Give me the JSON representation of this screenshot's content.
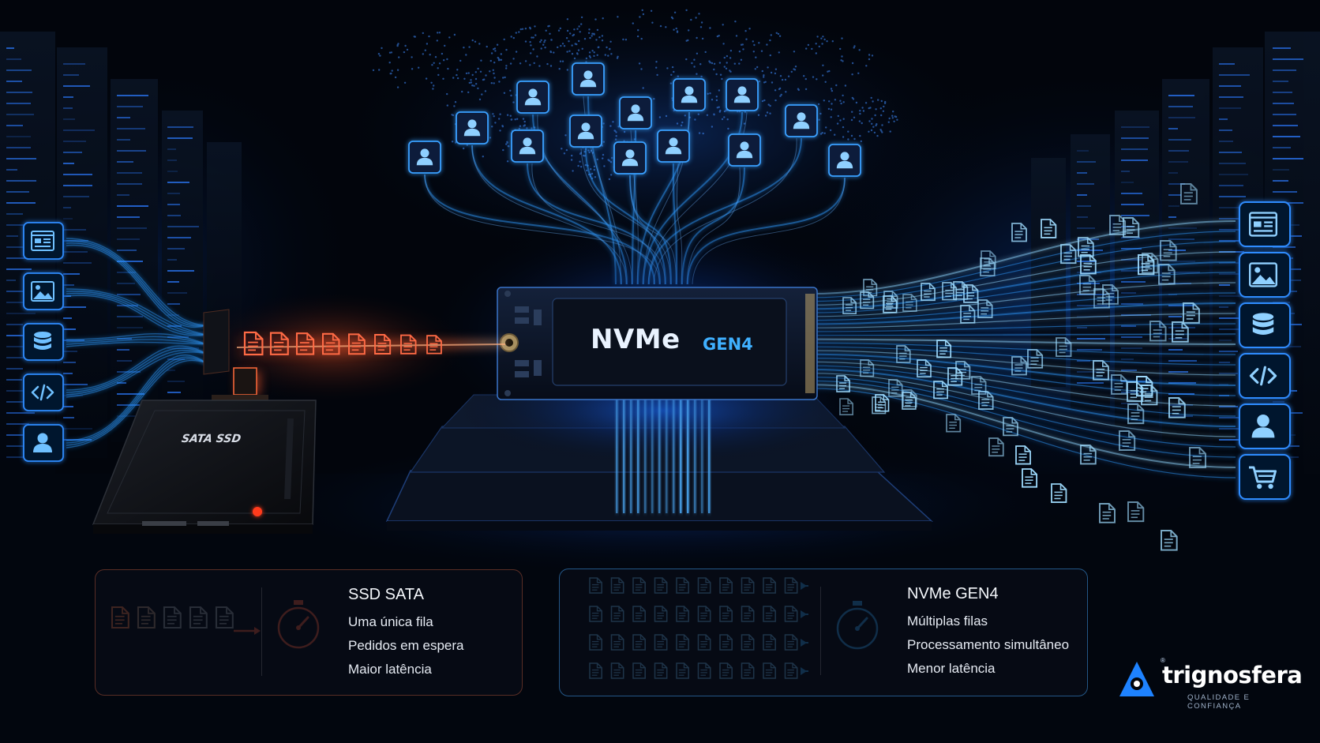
{
  "nvme_card": {
    "brand": "NVMe",
    "generation": "GEN4"
  },
  "sata_drive": {
    "label": "SATA SSD"
  },
  "left_icons": [
    "web-page-icon",
    "image-icon",
    "database-icon",
    "code-icon",
    "user-icon"
  ],
  "right_icons": [
    "web-page-icon",
    "image-icon",
    "database-icon",
    "code-icon",
    "user-icon",
    "cart-icon"
  ],
  "panels": {
    "sata": {
      "title": "SSD SATA",
      "lines": [
        "Uma única fila",
        "Pedidos em espera",
        "Maior latência"
      ]
    },
    "nvme": {
      "title": "NVMe GEN4",
      "lines": [
        "Múltiplas filas",
        "Processamento simultâneo",
        "Menor latência"
      ]
    }
  },
  "logo": {
    "name": "trignosfera",
    "tagline": "QUALIDADE E CONFIANÇA",
    "registered": "®"
  },
  "colors": {
    "accent_blue": "#2f9bff",
    "accent_orange": "#ff4a2a",
    "background": "#02050c"
  }
}
